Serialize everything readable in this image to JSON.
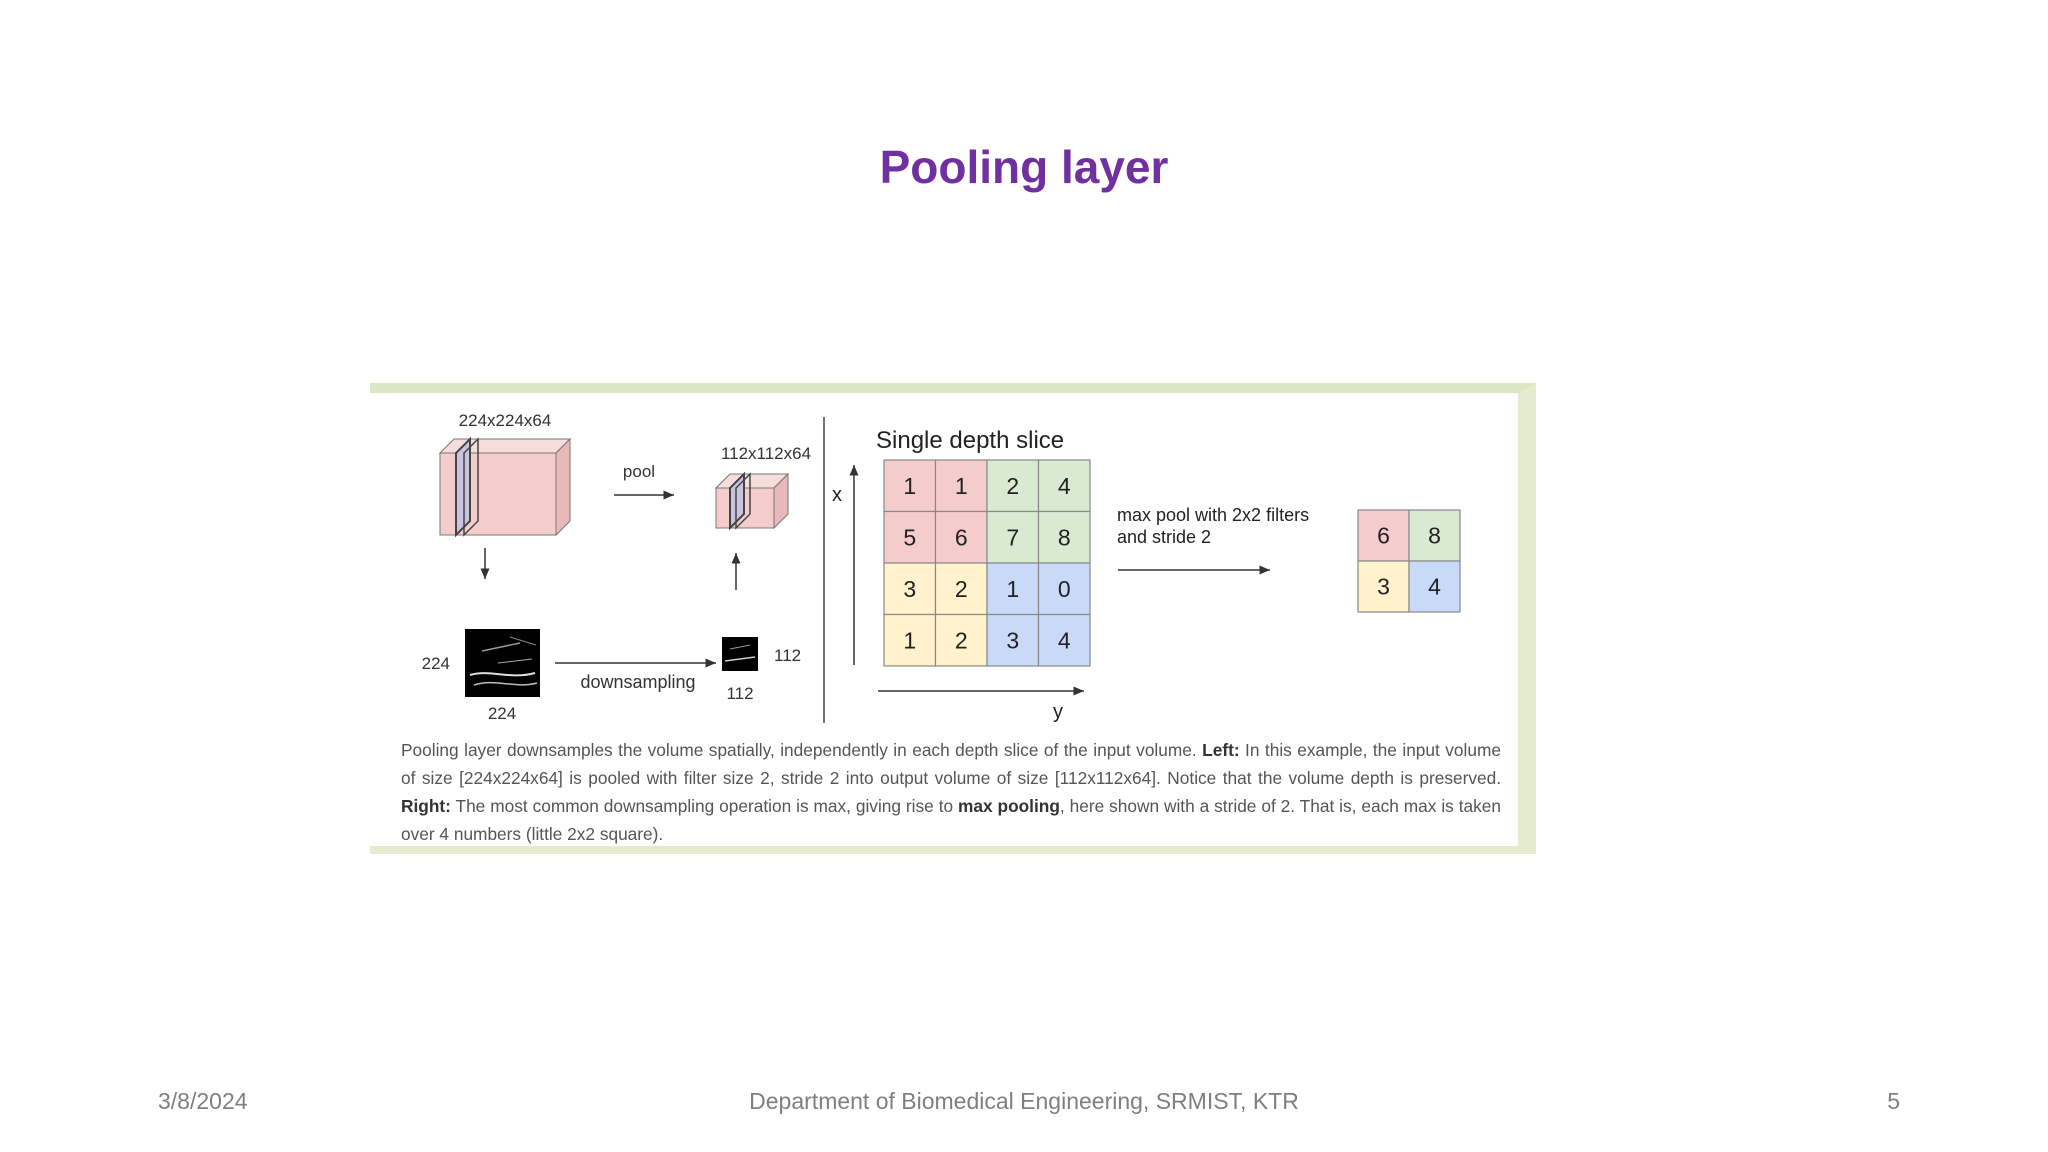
{
  "slide": {
    "title": "Pooling layer",
    "footer_date": "3/8/2024",
    "footer_department": "Department of Biomedical Engineering, SRMIST, KTR",
    "footer_page": "5"
  },
  "figure": {
    "input_volume_label": "224x224x64",
    "pool_label": "pool",
    "output_volume_label": "112x112x64",
    "input_size_left": "224",
    "input_size_bottom": "224",
    "downsampling_label": "downsampling",
    "output_size_right": "112",
    "output_size_bottom": "112",
    "slice_title": "Single depth slice",
    "x_axis": "x",
    "y_axis": "y",
    "grid": [
      [
        "1",
        "1",
        "2",
        "4"
      ],
      [
        "5",
        "6",
        "7",
        "8"
      ],
      [
        "3",
        "2",
        "1",
        "0"
      ],
      [
        "1",
        "2",
        "3",
        "4"
      ]
    ],
    "pool_desc_line1": "max pool with 2x2 filters",
    "pool_desc_line2": "and stride 2",
    "pooled": [
      [
        "6",
        "8"
      ],
      [
        "3",
        "4"
      ]
    ],
    "colors": {
      "red": "#f4cccc",
      "green": "#d9ead3",
      "yellow": "#fff2cc",
      "blue": "#c9daf8",
      "title": "#7030a0",
      "frame": "#e4ebce"
    },
    "caption": {
      "part1": "Pooling layer downsamples the volume spatially, independently in each depth slice of the input volume. ",
      "left_label": "Left:",
      "part2": " In this example, the input volume of size [224x224x64] is pooled with filter size 2, stride 2 into output volume of size [112x112x64]. Notice that the volume depth is preserved. ",
      "right_label": "Right:",
      "part3": " The most common downsampling operation is max, giving rise to ",
      "max_pooling_label": "max pooling",
      "part4": ", here shown with a stride of 2. That is, each max is taken over 4 numbers (little 2x2 square)."
    }
  }
}
